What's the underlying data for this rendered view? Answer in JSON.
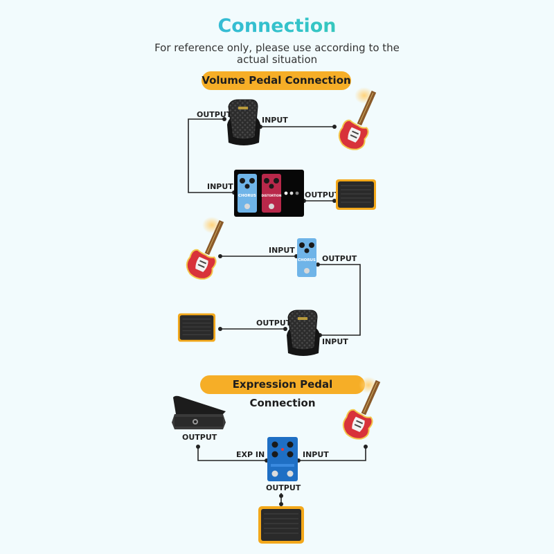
{
  "header": {
    "title": "Connection",
    "subtitle": "For reference only, please use according to the actual situation"
  },
  "sections": {
    "volume": {
      "title": "Volume Pedal Connection"
    },
    "expression": {
      "title": "Expression Pedal Connection"
    }
  },
  "labels": {
    "d1_output": "OUTPUT",
    "d1_input": "INPUT",
    "d1_chain_input": "INPUT",
    "d1_chain_output": "OUTPUT",
    "d2_input": "INPUT",
    "d2_output": "OUTPUT",
    "d2_amp_output": "OUTPUT",
    "d2_pedal_input": "INPUT",
    "d3_pedal_output": "OUTPUT",
    "d3_exp_in": "EXP IN",
    "d3_input": "INPUT",
    "d3_output": "OUTPUT"
  },
  "pedal_names": {
    "chorus": "CHORUS",
    "distortion": "DISTORTION"
  },
  "colors": {
    "accent_banner": "#f6ae27",
    "title_gradient_start": "#39a6f3",
    "title_gradient_end": "#4ede76",
    "chorus_pedal": "#6fb4e8",
    "distortion_pedal": "#b8284a",
    "expression_pedal_effect": "#1f6fc4",
    "guitar_body": "#d8323a"
  },
  "icons": [
    "volume-pedal-icon",
    "guitar-icon",
    "amplifier-icon",
    "chorus-pedal-icon",
    "distortion-pedal-icon",
    "expression-pedal-icon",
    "effect-pedal-icon"
  ]
}
